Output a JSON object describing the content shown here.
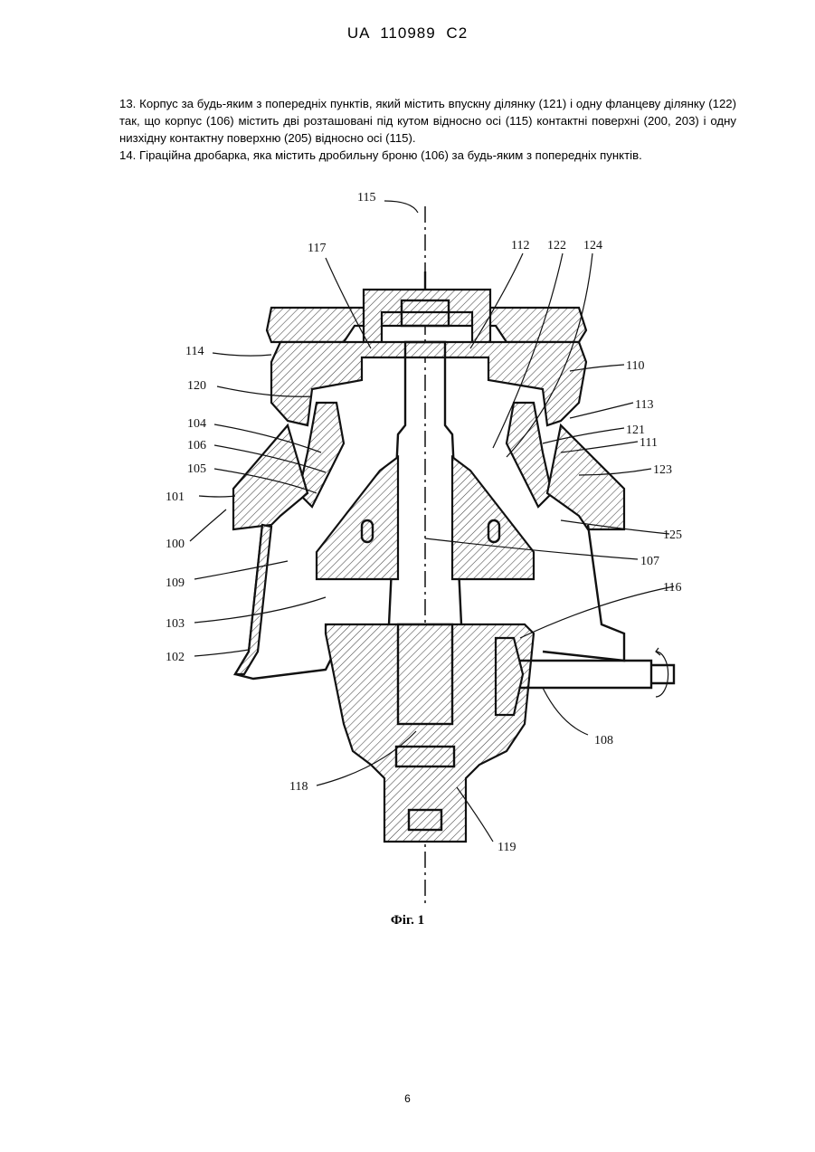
{
  "header": {
    "doc_id": "UA   110989   C2"
  },
  "claims": [
    "13. Корпус за будь-яким з попередніх пунктів, який містить впускну ділянку (121) і одну фланцеву ділянку (122) так, що корпус (106) містить дві розташовані під кутом відносно осі (115) контактні поверхні (200, 203) і одну низхідну контактну поверхню (205) відносно осі (115).",
    "14. Гіраційна дробарка, яка містить дробильну броню (106) за будь-яким з попередніх пунктів."
  ],
  "figure": {
    "caption": "Фіг. 1",
    "labels": {
      "l115": "115",
      "l117": "117",
      "l112": "112",
      "l122": "122",
      "l124": "124",
      "l114": "114",
      "l110": "110",
      "l120": "120",
      "l113": "113",
      "l104": "104",
      "l121": "121",
      "l106": "106",
      "l111": "111",
      "l105": "105",
      "l123": "123",
      "l101": "101",
      "l125": "125",
      "l100": "100",
      "l107": "107",
      "l109": "109",
      "l116": "116",
      "l103": "103",
      "l102": "102",
      "l108": "108",
      "l118": "118",
      "l119": "119"
    }
  },
  "page_number": "6"
}
